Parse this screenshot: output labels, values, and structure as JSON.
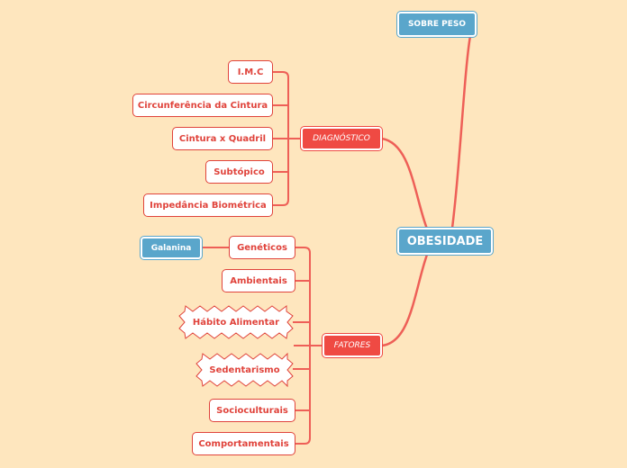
{
  "colors": {
    "background": "#FEE6BE",
    "central": "#5AA6CB",
    "branch": "#EF4A43",
    "line": "#EE5F57"
  },
  "central": {
    "label": "OBESIDADE"
  },
  "sobre_peso": {
    "label": "SOBRE PESO"
  },
  "diagnostico": {
    "label": "DIAGNÓSTICO",
    "items": [
      "I.M.C",
      "Circunferência da Cintura",
      "Cintura x Quadril",
      "Subtópico",
      "Impedância Biométrica"
    ]
  },
  "fatores": {
    "label": "FATORES",
    "items": [
      "Genéticos",
      "Ambientais",
      "Hábito Alimentar",
      "Sedentarismo",
      "Socioculturais",
      "Comportamentais"
    ],
    "genetic_child": "Galanina"
  }
}
